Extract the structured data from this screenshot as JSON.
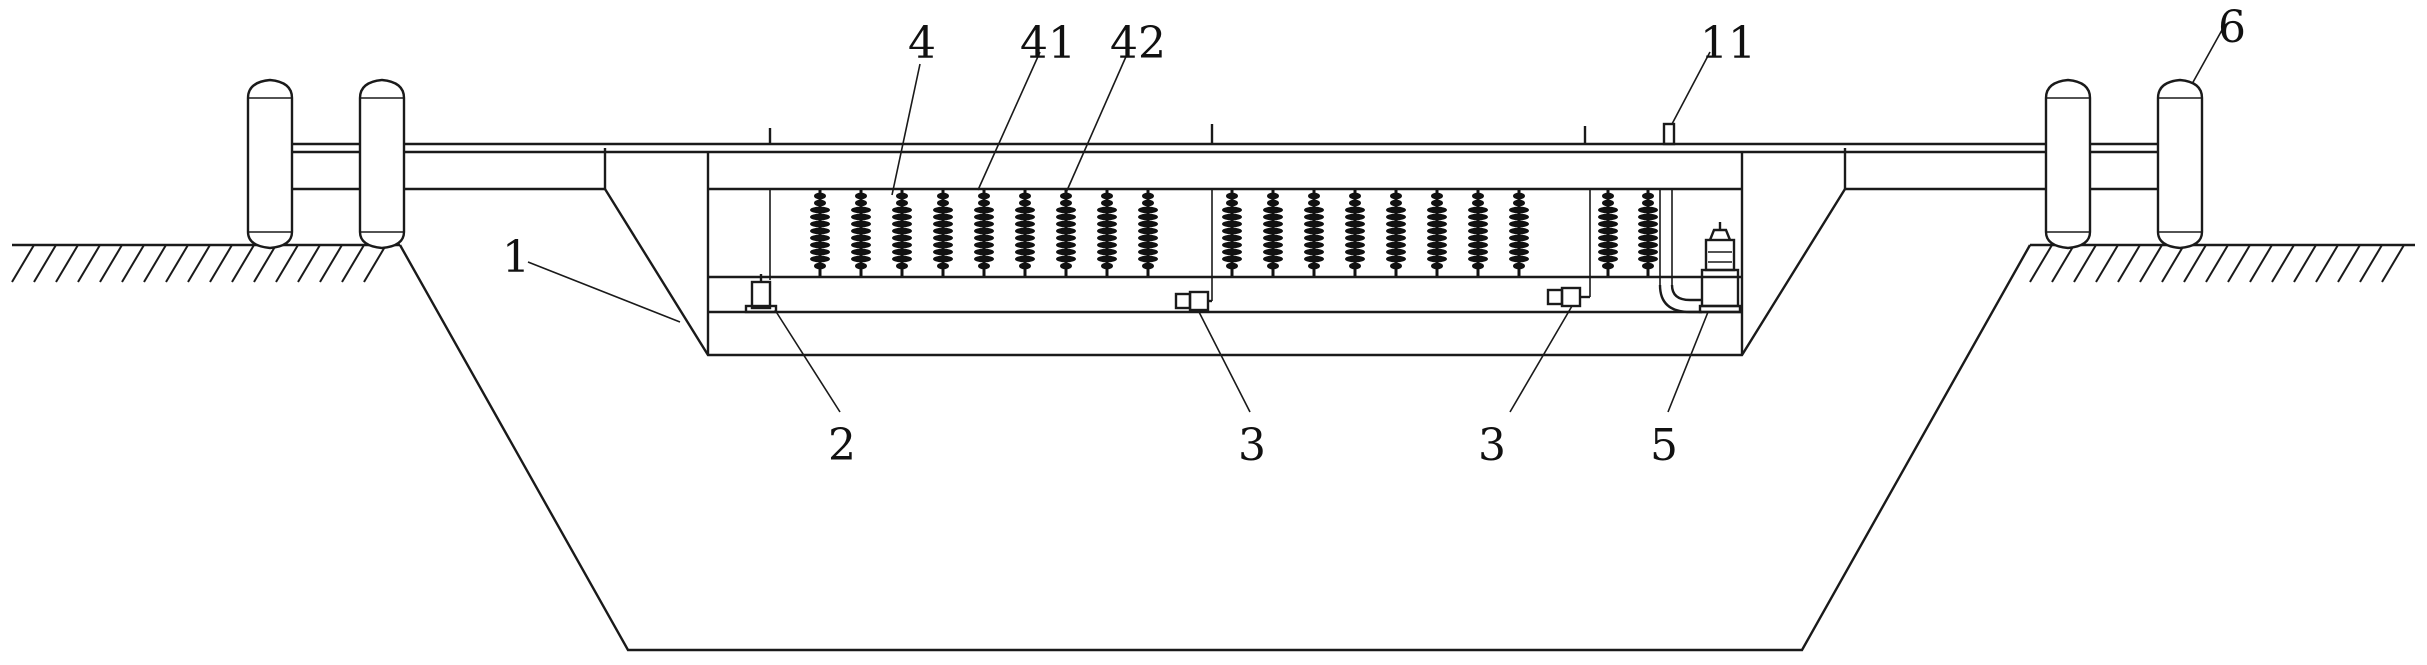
{
  "labels": {
    "l1": "1",
    "l2": "2",
    "l3a": "3",
    "l3b": "3",
    "l4": "4",
    "l41": "41",
    "l42": "42",
    "l5": "5",
    "l6": "6",
    "l11": "11"
  },
  "colors": {
    "line": "#1a1a1a",
    "background": "#ffffff"
  }
}
